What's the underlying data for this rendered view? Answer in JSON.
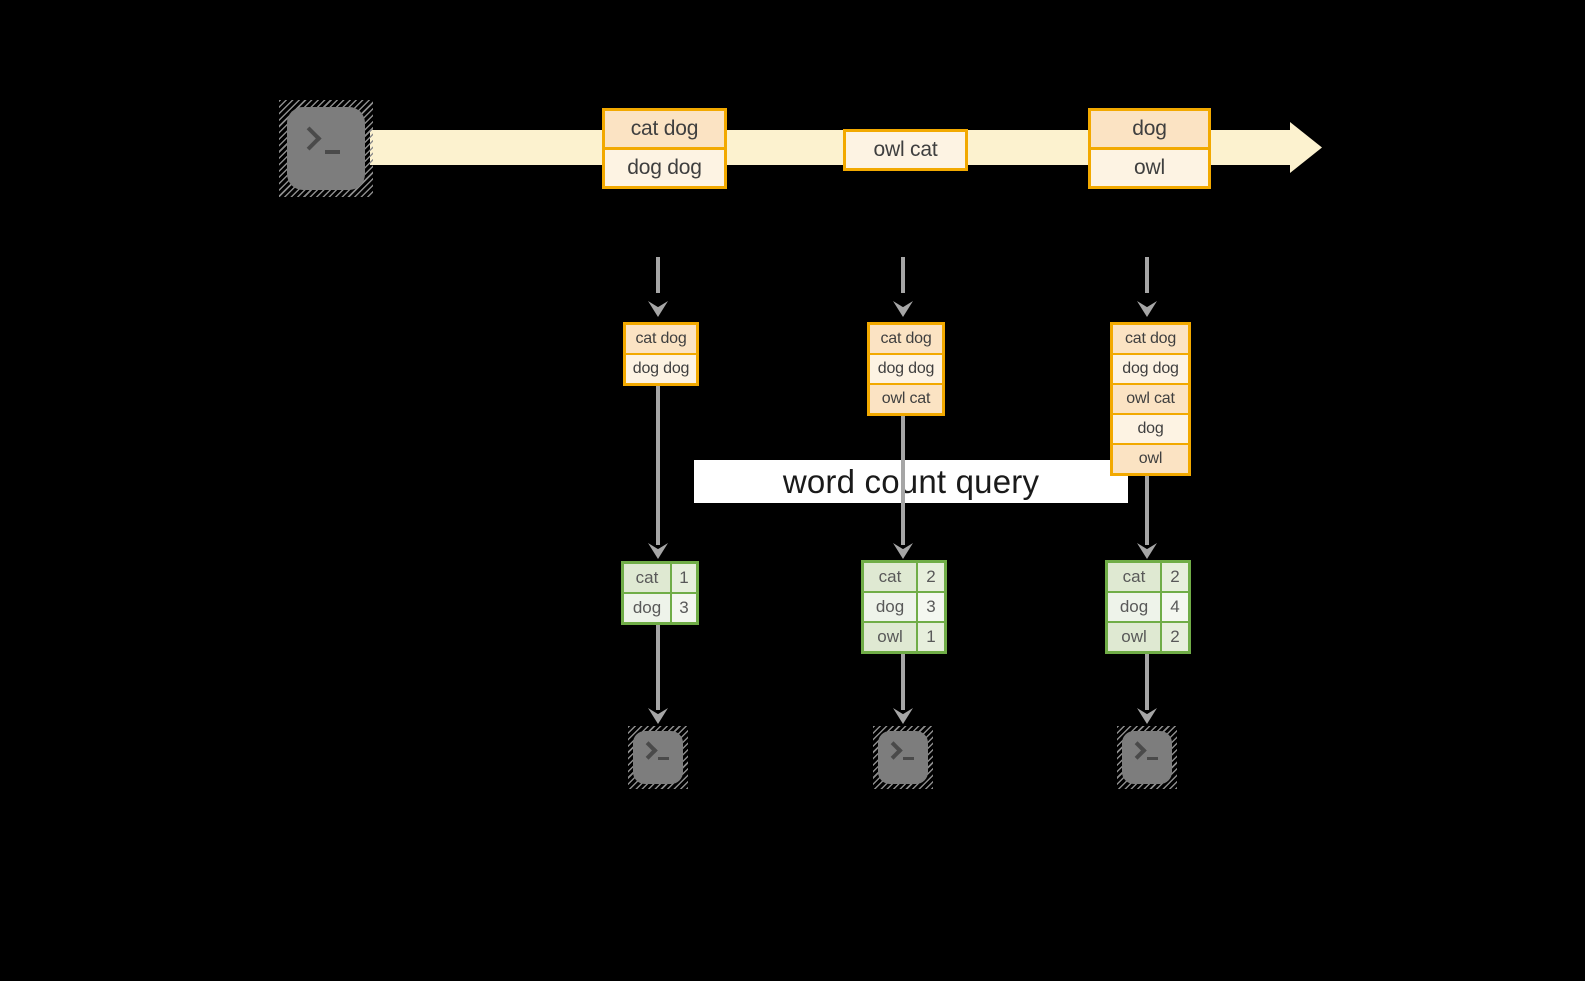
{
  "query_banner": {
    "label": "word count query"
  },
  "stream": {
    "source_icon": "terminal-icon",
    "events": [
      {
        "lines": [
          "cat dog",
          "dog dog"
        ]
      },
      {
        "lines": [
          "owl cat"
        ]
      },
      {
        "lines": [
          "dog",
          "owl"
        ]
      }
    ]
  },
  "batches": [
    {
      "items": [
        "cat dog",
        "dog dog"
      ]
    },
    {
      "items": [
        "cat dog",
        "dog dog",
        "owl cat"
      ]
    },
    {
      "items": [
        "cat dog",
        "dog dog",
        "owl cat",
        "dog",
        "owl"
      ]
    }
  ],
  "counts": [
    {
      "rows": [
        {
          "word": "cat",
          "count": "1"
        },
        {
          "word": "dog",
          "count": "3"
        }
      ]
    },
    {
      "rows": [
        {
          "word": "cat",
          "count": "2"
        },
        {
          "word": "dog",
          "count": "3"
        },
        {
          "word": "owl",
          "count": "1"
        }
      ]
    },
    {
      "rows": [
        {
          "word": "cat",
          "count": "2"
        },
        {
          "word": "dog",
          "count": "4"
        },
        {
          "word": "owl",
          "count": "2"
        }
      ]
    }
  ],
  "icons": {
    "source": "terminal-icon",
    "sinks": [
      "terminal-icon",
      "terminal-icon",
      "terminal-icon"
    ]
  },
  "colors": {
    "background": "#000000",
    "stream_band": "#FCF2CF",
    "event_border": "#F2A900",
    "event_fill_dark": "#FBE3C3",
    "event_fill_light": "#FDF3E3",
    "table_border": "#70AD47",
    "table_fill_dark": "#DFE9D2",
    "table_fill_light": "#EEF3EA",
    "arrow_gray": "#A6A6A6",
    "terminal_gray": "#7D7D7D",
    "banner_bg": "#FFFFFF"
  }
}
